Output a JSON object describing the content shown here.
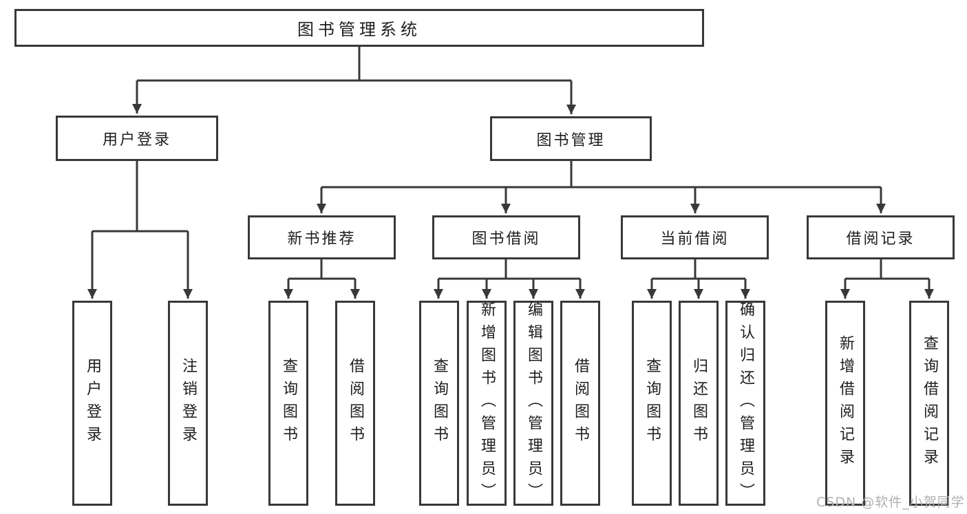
{
  "nodes": {
    "root": "图书管理系统",
    "user_login": {
      "label": "用户登录",
      "children": [
        "用户登录",
        "注销登录"
      ]
    },
    "book_management": {
      "label": "图书管理",
      "children": [
        {
          "label": "新书推荐",
          "children": [
            "查询图书",
            "借阅图书"
          ]
        },
        {
          "label": "图书借阅",
          "children": [
            "查询图书",
            "新增图书（管理员）",
            "编辑图书（管理员）",
            "借阅图书"
          ]
        },
        {
          "label": "当前借阅",
          "children": [
            "查询图书",
            "归还图书",
            "确认归还（管理员）"
          ]
        },
        {
          "label": "借阅记录",
          "children": [
            "新增借阅记录",
            "查询借阅记录"
          ]
        }
      ]
    }
  },
  "watermark": "CSDN @软件_小贺同学",
  "colors": {
    "line": "#383838",
    "text": "#1e1e1e",
    "box_background": "#ffffff",
    "watermark": "#b0b0b0",
    "background": "#ffffff"
  }
}
